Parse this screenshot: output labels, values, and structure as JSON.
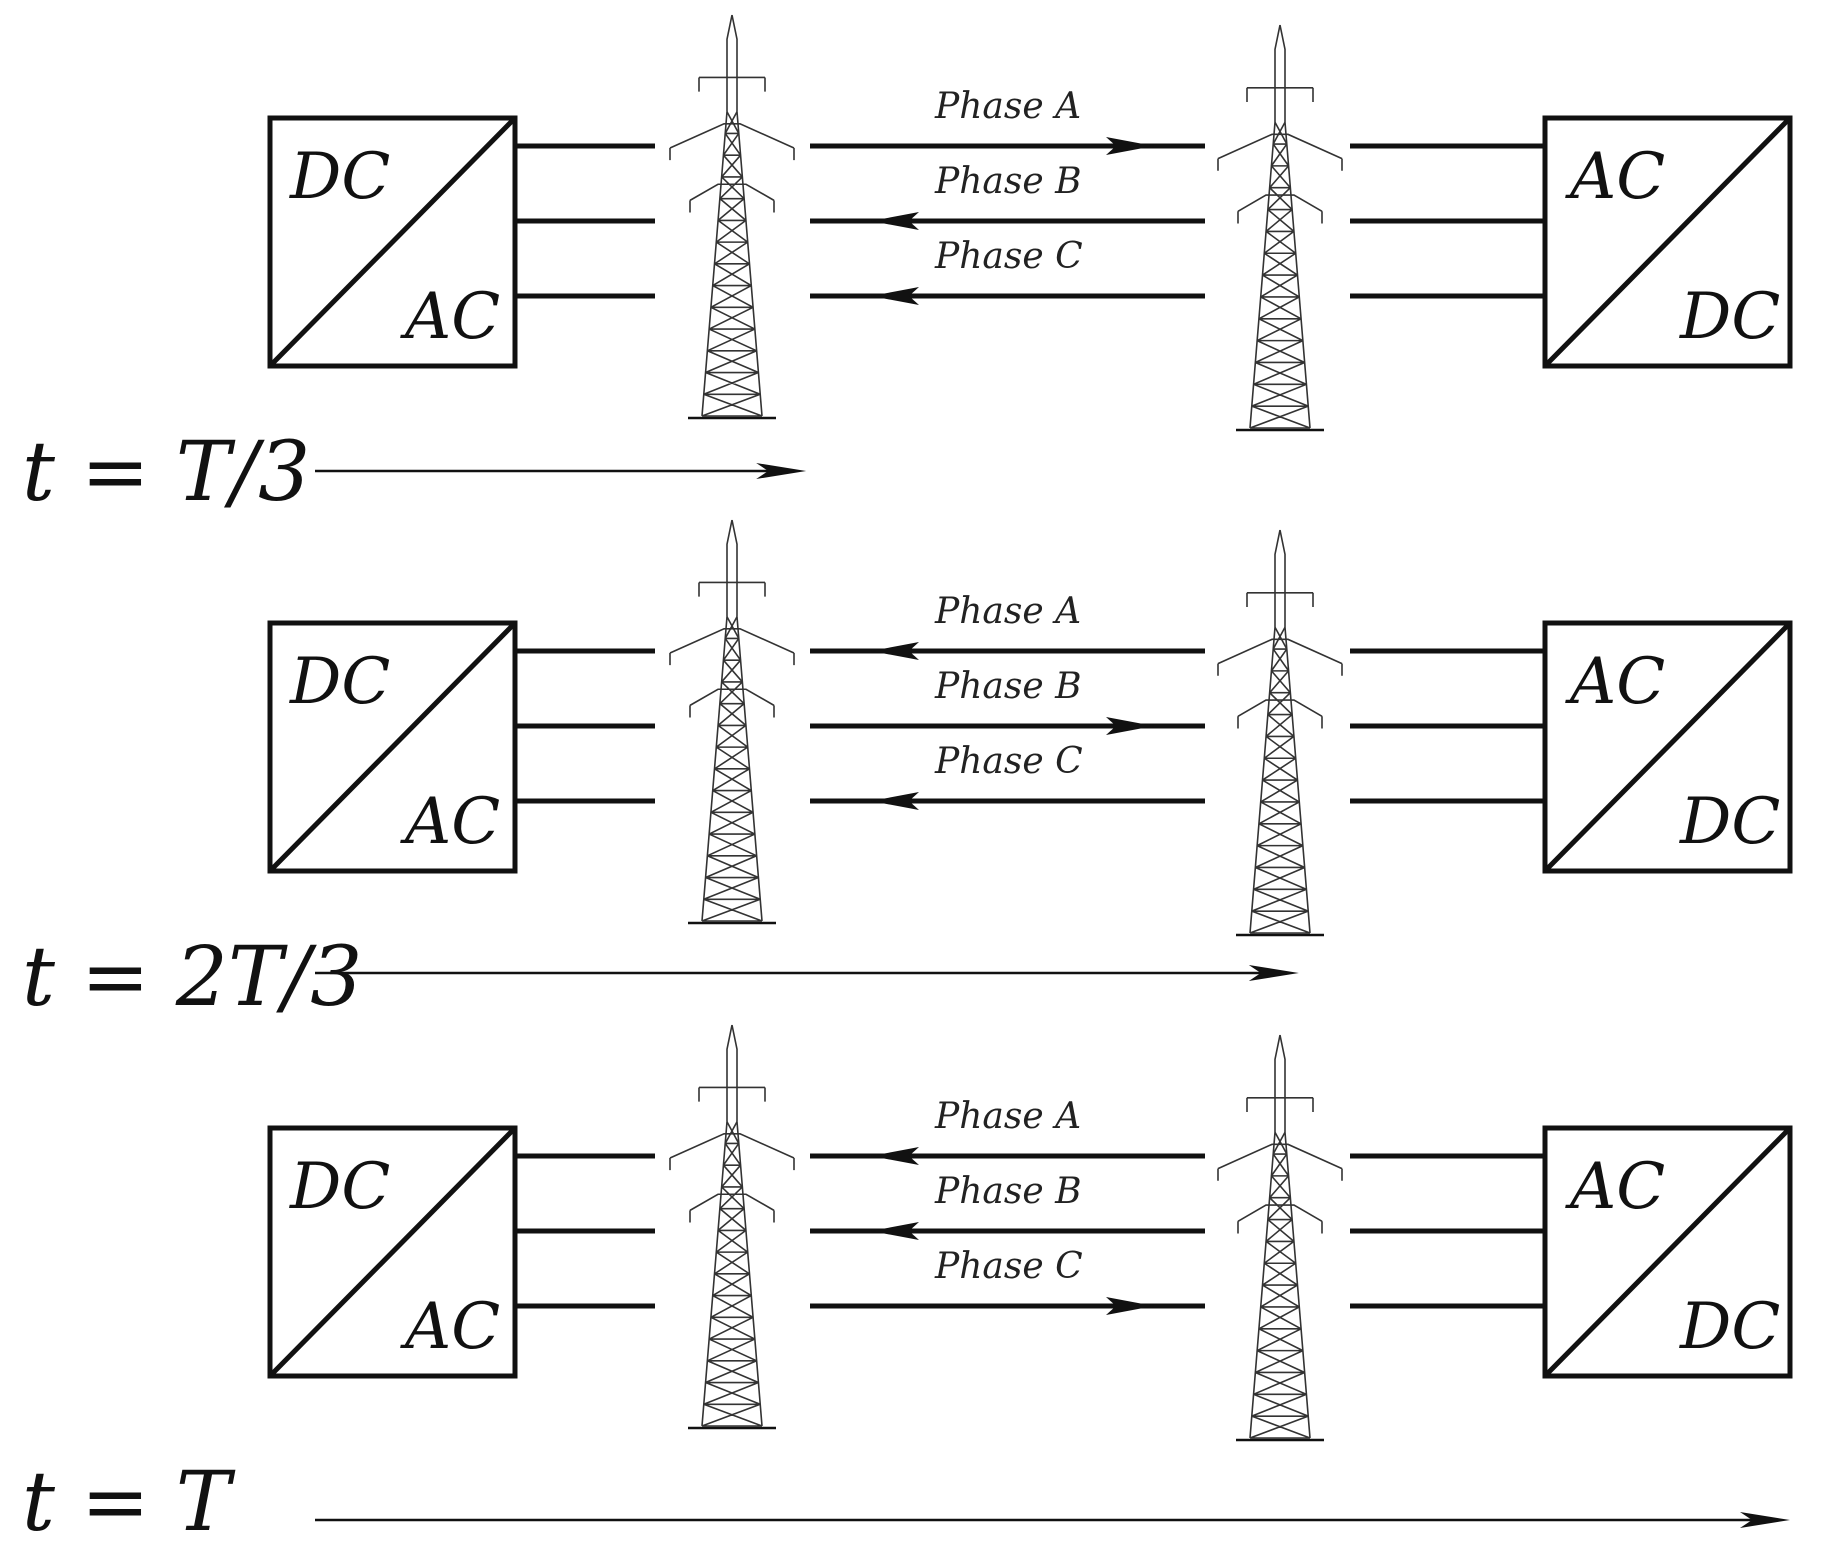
{
  "labels": {
    "dc": "DC",
    "ac": "AC"
  },
  "panels": [
    {
      "time_label": "t = T/3",
      "phases": [
        {
          "name": "Phase A",
          "direction": "right"
        },
        {
          "name": "Phase B",
          "direction": "left"
        },
        {
          "name": "Phase C",
          "direction": "left"
        }
      ],
      "timeline_progress": 0.333
    },
    {
      "time_label": "t = 2T/3",
      "phases": [
        {
          "name": "Phase A",
          "direction": "left"
        },
        {
          "name": "Phase B",
          "direction": "right"
        },
        {
          "name": "Phase C",
          "direction": "left"
        }
      ],
      "timeline_progress": 0.667
    },
    {
      "time_label": "t = T",
      "phases": [
        {
          "name": "Phase A",
          "direction": "left"
        },
        {
          "name": "Phase B",
          "direction": "left"
        },
        {
          "name": "Phase C",
          "direction": "right"
        }
      ],
      "timeline_progress": 1.0
    }
  ],
  "icons": {
    "tower": "transmission-tower-icon",
    "converter": "converter-box"
  },
  "colors": {
    "line": "#111111",
    "background": "#ffffff"
  }
}
